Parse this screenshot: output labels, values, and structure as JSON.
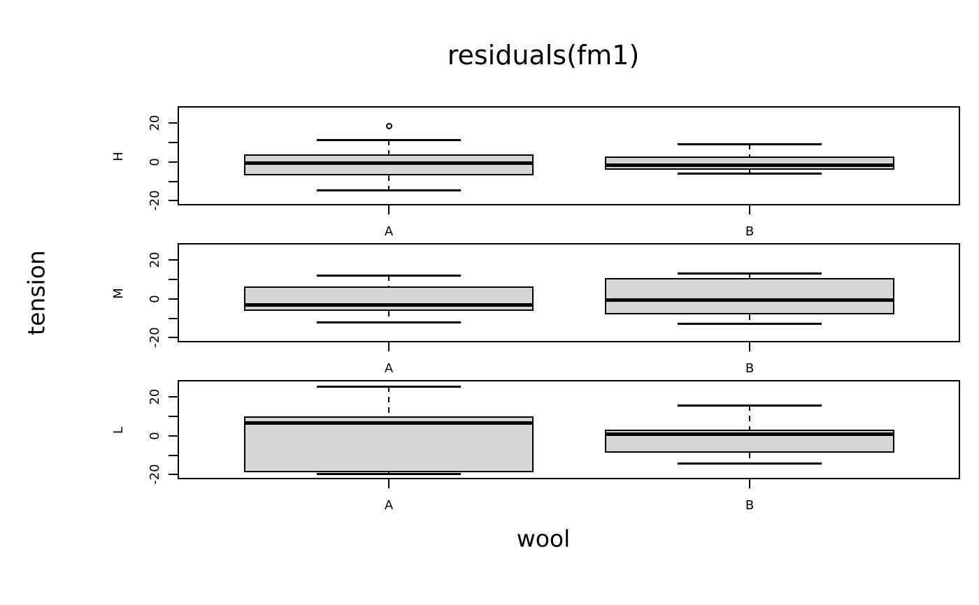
{
  "figure": {
    "title": "residuals(fm1)",
    "x_axis_label": "wool",
    "y_axis_label": "tension"
  },
  "chart_data": {
    "type": "boxplot",
    "title": "residuals(fm1)",
    "xlabel": "wool",
    "ylabel": "tension",
    "categories": [
      "A",
      "B"
    ],
    "panel_variable": "tension",
    "panel_labels": [
      "H",
      "M",
      "L"
    ],
    "ylim": [
      -21.8,
      28.2
    ],
    "y_ticks": [
      20,
      10,
      0,
      -10,
      -20
    ],
    "y_tick_labeled": [
      {
        "value": 20,
        "label": "20"
      },
      {
        "value": 0,
        "label": "0"
      },
      {
        "value": -20,
        "label": "-20"
      }
    ],
    "grid": false,
    "legend": "none",
    "box_fill_color": "#d4d4d4",
    "line_color": "#000000",
    "panels": [
      {
        "label": "H",
        "boxes": [
          {
            "category": "A",
            "lower_whisker": -14.56,
            "q1": -6.56,
            "median": -0.56,
            "q3": 3.44,
            "upper_whisker": 11.44,
            "outliers": [
              18.44
            ]
          },
          {
            "category": "B",
            "lower_whisker": -5.78,
            "q1": -3.78,
            "median": -1.78,
            "q3": 2.22,
            "upper_whisker": 9.22,
            "outliers": []
          }
        ]
      },
      {
        "label": "M",
        "boxes": [
          {
            "category": "A",
            "lower_whisker": -12.0,
            "q1": -6.0,
            "median": -3.0,
            "q3": 6.0,
            "upper_whisker": 12.0,
            "outliers": []
          },
          {
            "category": "B",
            "lower_whisker": -12.78,
            "q1": -7.78,
            "median": -0.78,
            "q3": 10.22,
            "upper_whisker": 13.22,
            "outliers": []
          }
        ]
      },
      {
        "label": "L",
        "boxes": [
          {
            "category": "A",
            "lower_whisker": -19.56,
            "q1": -18.56,
            "median": 6.44,
            "q3": 9.44,
            "upper_whisker": 25.44,
            "outliers": []
          },
          {
            "category": "B",
            "lower_whisker": -14.22,
            "q1": -8.22,
            "median": 0.78,
            "q3": 2.78,
            "upper_whisker": 15.78,
            "outliers": []
          }
        ]
      }
    ]
  }
}
